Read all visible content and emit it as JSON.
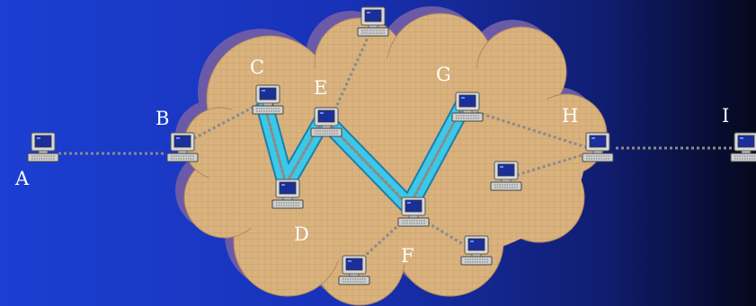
{
  "diagram": {
    "nodes": [
      {
        "id": "A",
        "label": "A"
      },
      {
        "id": "B",
        "label": "B"
      },
      {
        "id": "C",
        "label": "C"
      },
      {
        "id": "D",
        "label": "D"
      },
      {
        "id": "E",
        "label": "E"
      },
      {
        "id": "F",
        "label": "F"
      },
      {
        "id": "G",
        "label": "G"
      },
      {
        "id": "H",
        "label": "H"
      },
      {
        "id": "I",
        "label": "I"
      }
    ],
    "unlabeled_computers": 4,
    "links": [
      [
        "A",
        "B"
      ],
      [
        "B",
        "C"
      ],
      [
        "C",
        "D"
      ],
      [
        "D",
        "E"
      ],
      [
        "E",
        "F"
      ],
      [
        "F",
        "G"
      ],
      [
        "G",
        "H"
      ],
      [
        "H",
        "I"
      ],
      [
        "E",
        "top"
      ],
      [
        "F",
        "bottom-left"
      ],
      [
        "F",
        "bottom-right"
      ],
      [
        "H",
        "right-mid"
      ]
    ],
    "highlighted_path": [
      "C",
      "D",
      "E",
      "F",
      "G"
    ],
    "colors": {
      "background_left": "#1b3fd2",
      "background_right": "#05081c",
      "cloud": "#d9b27e",
      "cloud_shadow": "#6b5aa8",
      "tube": "#3cc8e8",
      "link": "#8a8a8a",
      "label": "#ffffff"
    }
  }
}
